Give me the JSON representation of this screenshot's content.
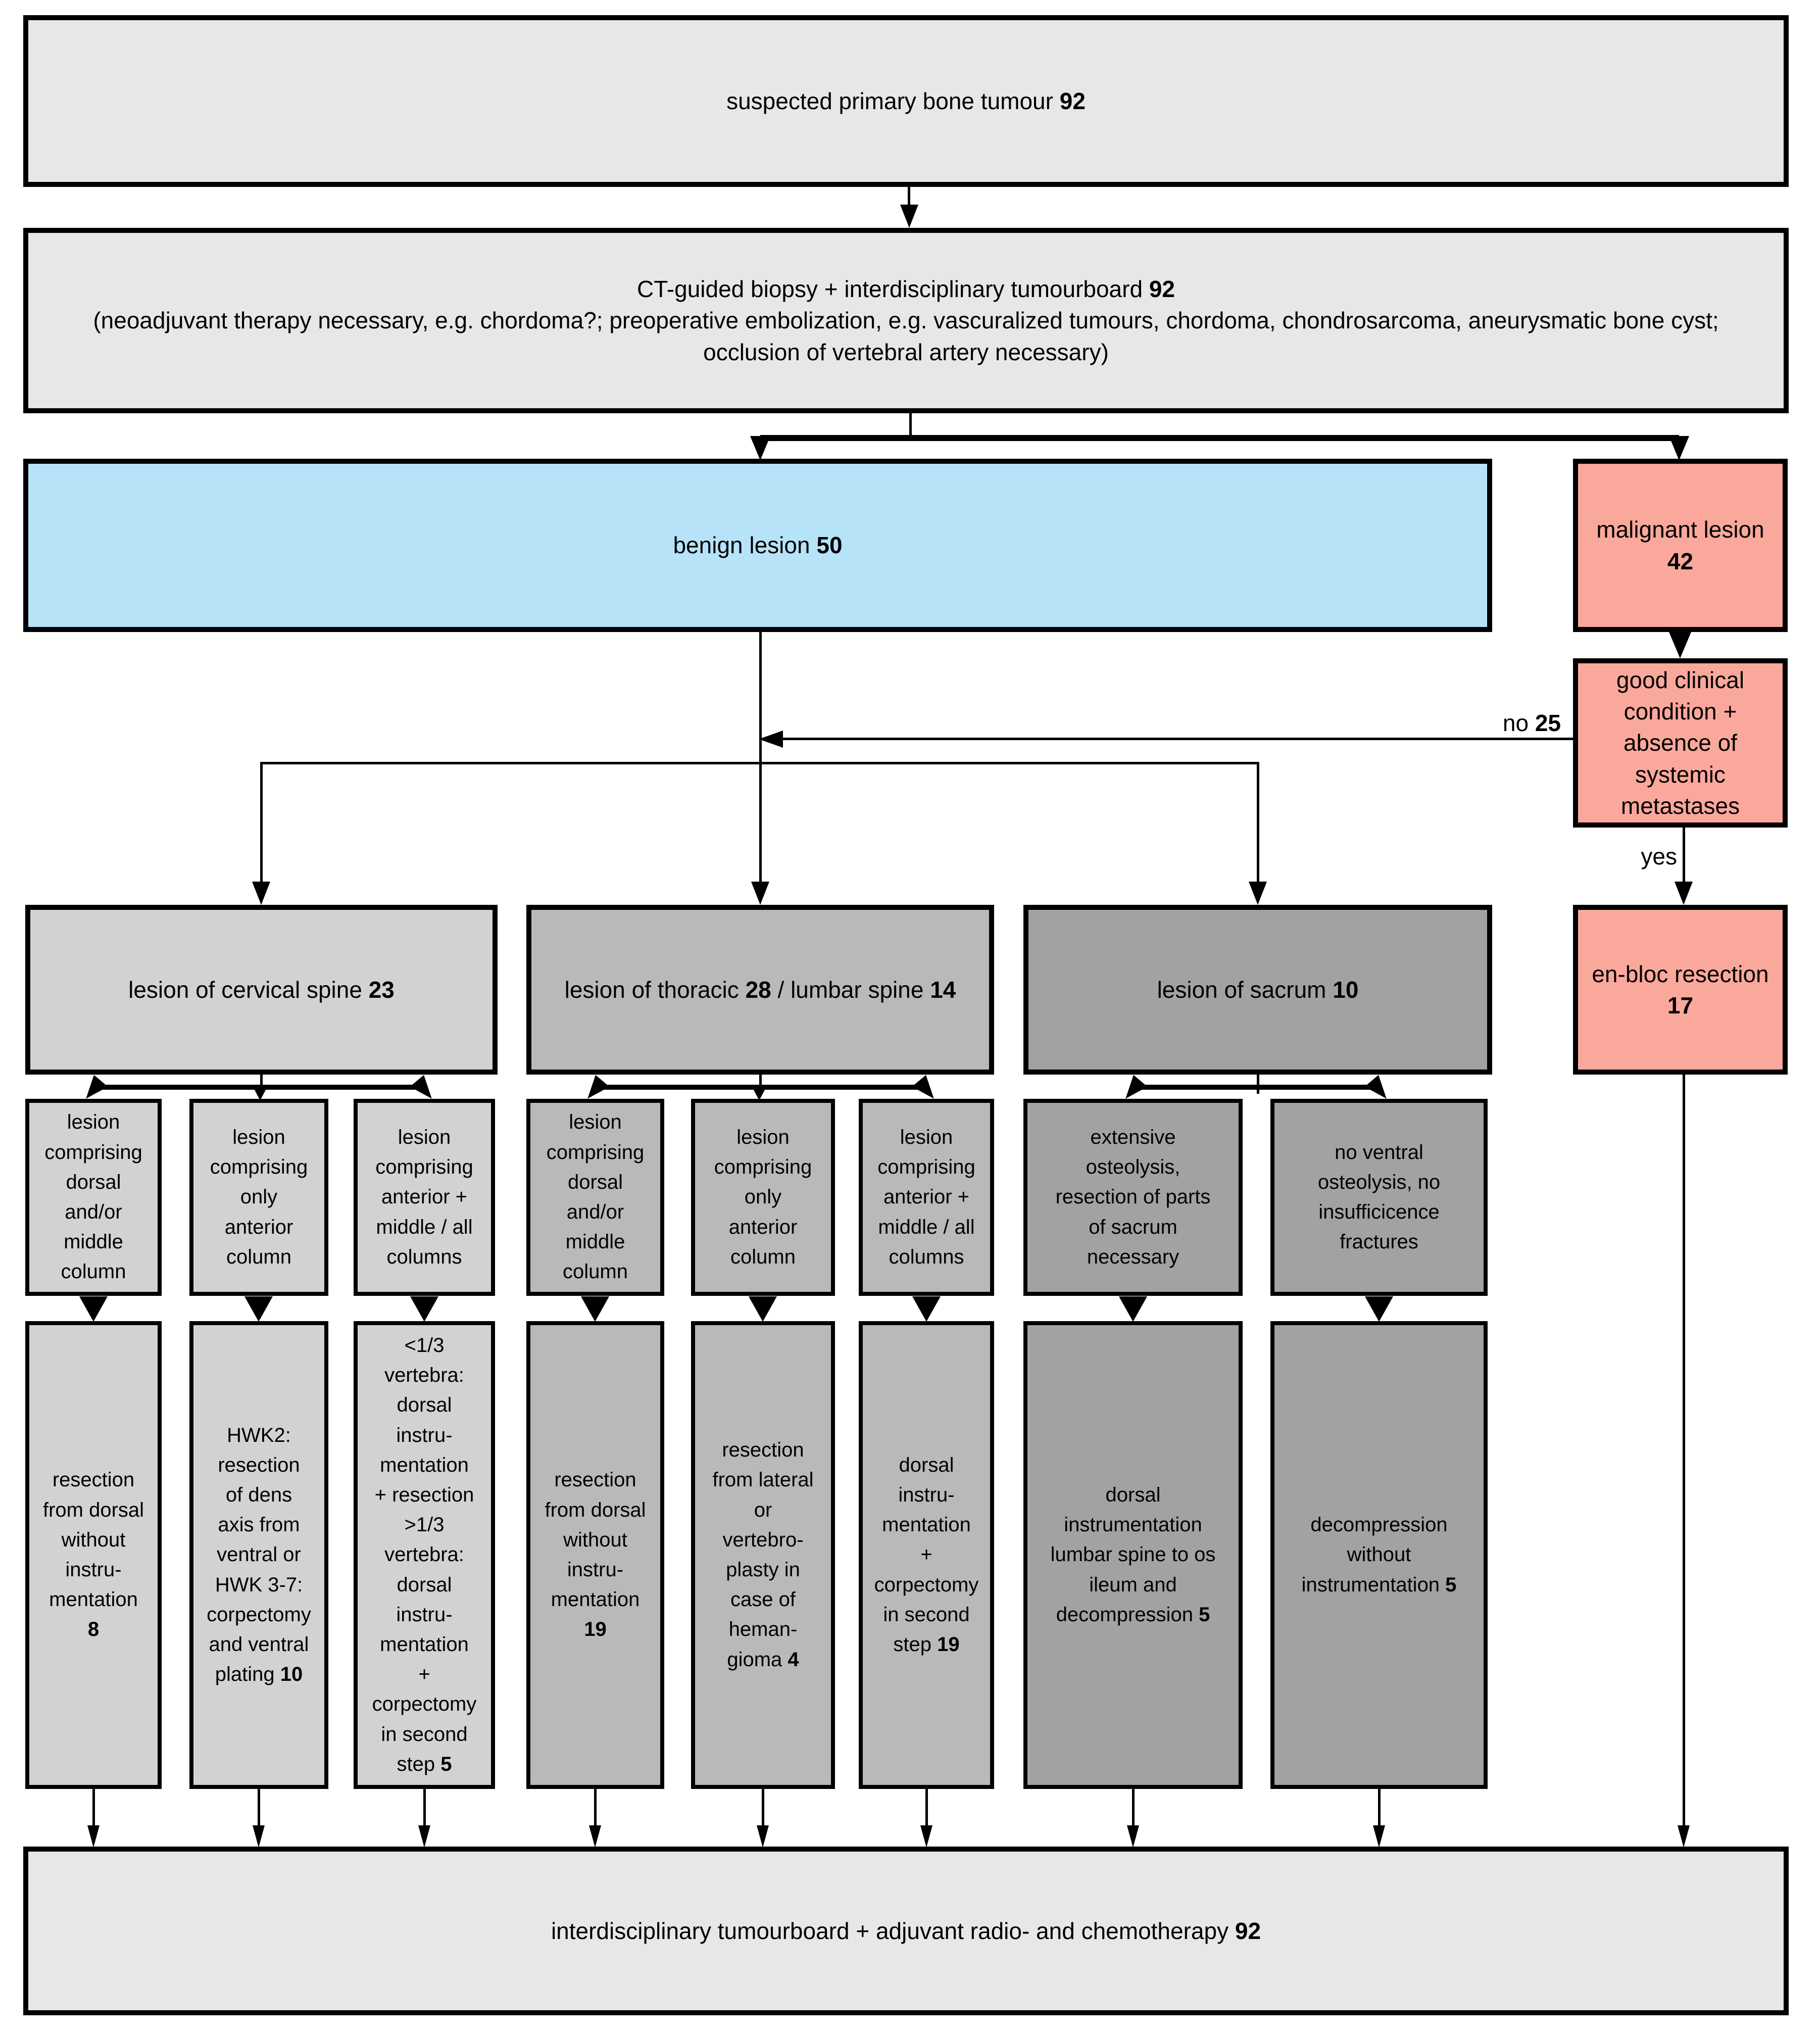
{
  "colors": {
    "background": "#ffffff",
    "box_gray": "#e7e7e7",
    "benign_blue": "#b7e3f9",
    "malignant_salmon": "#fba89c",
    "cervical_gray": "#d2d2d2",
    "thoracic_gray": "#b9b9b9",
    "sacrum_gray": "#a2a2a2",
    "border_black": "#000000"
  },
  "flow": {
    "suspected": [
      {
        "t": "suspected primary bone tumour "
      },
      {
        "t": "92",
        "b": true
      }
    ],
    "biopsy": [
      {
        "t": "CT-guided biopsy + interdisciplinary tumourboard "
      },
      {
        "t": "92",
        "b": true
      },
      {
        "t": "\n(neoadjuvant therapy necessary, e.g. chordoma?; preoperative embolization, e.g. vascuralized tumours, chordoma, chondrosarcoma, aneurysmatic bone cyst;\nocclusion of vertebral artery necessary)"
      }
    ],
    "benign": [
      {
        "t": "benign lesion "
      },
      {
        "t": "50",
        "b": true
      }
    ],
    "malignant": [
      {
        "t": "malignant lesion\n"
      },
      {
        "t": "42",
        "b": true
      }
    ],
    "good_condition": [
      {
        "t": "good clinical\ncondition +\nabsence of\nsystemic\nmetastases"
      }
    ],
    "en_bloc": [
      {
        "t": "en-bloc resection\n"
      },
      {
        "t": "17",
        "b": true
      }
    ],
    "regions": {
      "cervical": [
        {
          "t": "lesion of cervical spine "
        },
        {
          "t": "23",
          "b": true
        }
      ],
      "thoracic_lumbar": [
        {
          "t": "lesion of thoracic "
        },
        {
          "t": "28",
          "b": true
        },
        {
          "t": " / lumbar spine "
        },
        {
          "t": "14",
          "b": true
        }
      ],
      "sacrum": [
        {
          "t": "lesion of sacrum "
        },
        {
          "t": "10",
          "b": true
        }
      ]
    },
    "criteria": {
      "cervical_dorsal": [
        {
          "t": "lesion\ncomprising\ndorsal\nand/or\nmiddle\ncolumn"
        }
      ],
      "cervical_anterior": [
        {
          "t": "lesion\ncomprising\nonly\nanterior\ncolumn"
        }
      ],
      "cervical_all": [
        {
          "t": "lesion\ncomprising\nanterior +\nmiddle / all\ncolumns"
        }
      ],
      "thoracic_dorsal": [
        {
          "t": "lesion\ncomprising\ndorsal\nand/or\nmiddle\ncolumn"
        }
      ],
      "thoracic_anterior": [
        {
          "t": "lesion\ncomprising\nonly\nanterior\ncolumn"
        }
      ],
      "thoracic_all": [
        {
          "t": "lesion\ncomprising\nanterior +\nmiddle / all\ncolumns"
        }
      ],
      "sacrum_osteolysis": [
        {
          "t": "extensive\nosteolysis,\nresection of parts\nof sacrum\nnecessary"
        }
      ],
      "sacrum_no_osteolysis": [
        {
          "t": "no ventral\nosteolysis, no\ninsufficicence\nfractures"
        }
      ]
    },
    "treatments": {
      "cervical_dorsal": [
        {
          "t": "resection\nfrom dorsal\nwithout\ninstru-\nmentation\n"
        },
        {
          "t": "8",
          "b": true
        }
      ],
      "cervical_anterior": [
        {
          "t": "HWK2:\nresection\nof dens\naxis from\nventral or\nHWK 3-7:\ncorpectomy\nand ventral\nplating "
        },
        {
          "t": "10",
          "b": true
        }
      ],
      "cervical_all": [
        {
          "t": "<1/3\nvertebra:\ndorsal\ninstru-\nmentation\n+ resection\n>1/3\nvertebra:\ndorsal\ninstru-\nmentation\n+\ncorpectomy\nin second\nstep "
        },
        {
          "t": "5",
          "b": true
        }
      ],
      "thoracic_dorsal": [
        {
          "t": "resection\nfrom dorsal\nwithout\ninstru-\nmentation\n"
        },
        {
          "t": "19",
          "b": true
        }
      ],
      "thoracic_anterior": [
        {
          "t": "resection\nfrom lateral\nor\nvertebro-\nplasty in\ncase of\nheman-\ngioma "
        },
        {
          "t": "4",
          "b": true
        }
      ],
      "thoracic_all": [
        {
          "t": "dorsal\ninstru-\nmentation\n+\ncorpectomy\nin second\nstep "
        },
        {
          "t": "19",
          "b": true
        }
      ],
      "sacrum_osteolysis": [
        {
          "t": "dorsal\ninstrumentation\nlumbar spine to os\nileum and\ndecompression "
        },
        {
          "t": "5",
          "b": true
        }
      ],
      "sacrum_no_osteolysis": [
        {
          "t": "decompression\nwithout\ninstrumentation "
        },
        {
          "t": "5",
          "b": true
        }
      ]
    },
    "tumourboard": [
      {
        "t": "interdisciplinary tumourboard + adjuvant radio- and chemotherapy "
      },
      {
        "t": "92",
        "b": true
      }
    ]
  },
  "labels": {
    "no": [
      {
        "t": "no "
      },
      {
        "t": "25",
        "b": true
      }
    ],
    "yes": "yes"
  }
}
